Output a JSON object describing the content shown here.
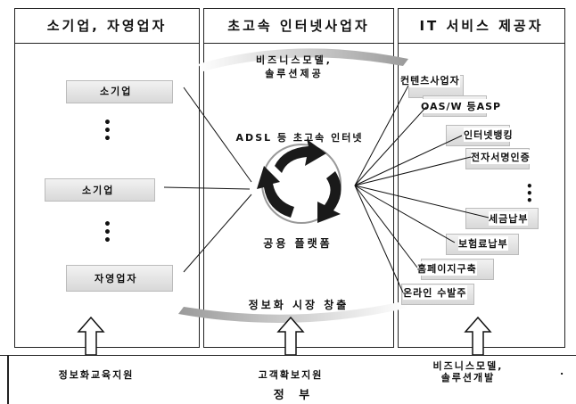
{
  "panels": {
    "left_title": "소기업, 자영업자",
    "middle_title": "초고속 인터넷사업자",
    "right_title": "IT 서비스 제공자"
  },
  "left_items": [
    "소기업",
    "소기업",
    "자영업자"
  ],
  "middle": {
    "top_banner": "비즈니스모델,\n솔루션제공",
    "adsl_label": "ADSL 등 초고속 인터넷",
    "platform_label": "공용 플랫폼",
    "bottom_banner": "정보화 시장 창출"
  },
  "right_items": [
    "컨텐츠사업자",
    "OAS/W 등ASP",
    "인터넷뱅킹",
    "전자서명인증",
    "세금납부",
    "보험료납부",
    "홈페이지구축",
    "온라인 수발주"
  ],
  "bottom": {
    "support_left": "정보화교육지원",
    "support_middle": "고객확보지원",
    "support_right": "비즈니스모델,\n솔루션개발",
    "government": "정 부",
    "stray_mark": "."
  },
  "icons": [
    "vertical-ellipsis-icon",
    "up-arrow-icon",
    "circular-arrows-icon"
  ],
  "colors": {
    "ink": "#111111",
    "shade": "#d8d8d8",
    "arrow": "#1a1a1a"
  }
}
